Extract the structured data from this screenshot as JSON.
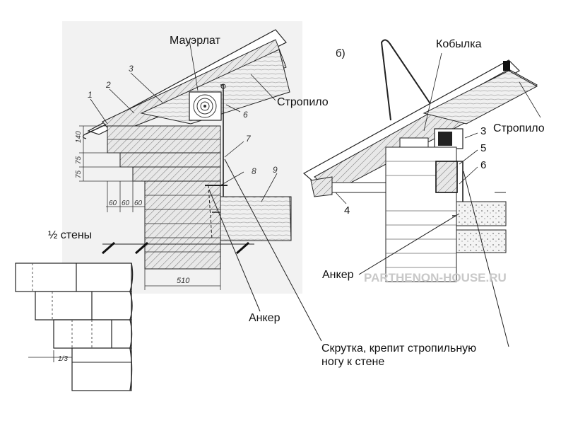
{
  "labels": {
    "mauerlat": "Мауэрлат",
    "rafter_left": "Стропило",
    "kobylka": "Кобылка",
    "rafter_right": "Стропило",
    "half_wall": "½ стены",
    "anchor_left": "Анкер",
    "anchor_right": "Анкер",
    "twist": "Скрутка, крепит стропильную ногу к стене",
    "twist_line1": "Скрутка, крепит стропильную",
    "twist_line2": "ногу к стене",
    "sub_b": "б)"
  },
  "left_callouts": [
    "1",
    "2",
    "3",
    "6",
    "7",
    "8",
    "9"
  ],
  "right_callouts": [
    "3",
    "5",
    "6",
    "4"
  ],
  "dimensions": {
    "d140": "140",
    "d75a": "75",
    "d75b": "75",
    "d60a": "60",
    "d60b": "60",
    "d60c": "60",
    "d510": "510",
    "d13": "1/3"
  },
  "watermark": "PARTHENON-HOUSE.RU"
}
